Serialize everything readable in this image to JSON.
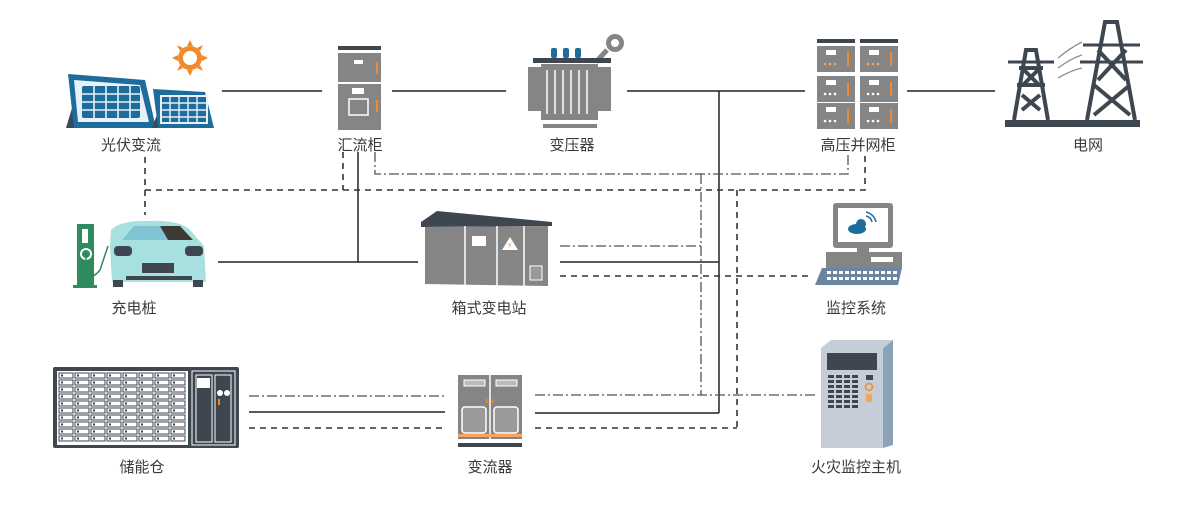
{
  "diagram": {
    "title": "",
    "nodes": {
      "pv": {
        "label": "光伏变流"
      },
      "combiner": {
        "label": "汇流柜"
      },
      "transformer": {
        "label": "变压器"
      },
      "hv_cabinet": {
        "label": "高压并网柜"
      },
      "grid": {
        "label": "电网"
      },
      "charger": {
        "label": "充电桩"
      },
      "box_substation": {
        "label": "箱式变电站"
      },
      "monitor": {
        "label": "监控系统"
      },
      "storage": {
        "label": "储能仓"
      },
      "pcs": {
        "label": "变流器"
      },
      "fire_host": {
        "label": "火灾监控主机"
      }
    },
    "line_styles": {
      "power": "solid",
      "communication": "dashed",
      "fire_signal": "dash-dot"
    },
    "colors": {
      "line": "#222222",
      "dashed": "#333333",
      "dashdot": "#4a5560",
      "cabinet_gray": "#858585",
      "dark_slate": "#3e4650",
      "accent_orange": "#f08a2c",
      "solar_blue": "#1e6c9c",
      "car_teal": "#a8e0e0",
      "charger_green": "#2e8b5e",
      "fire_panel": "#c5ced8"
    }
  }
}
